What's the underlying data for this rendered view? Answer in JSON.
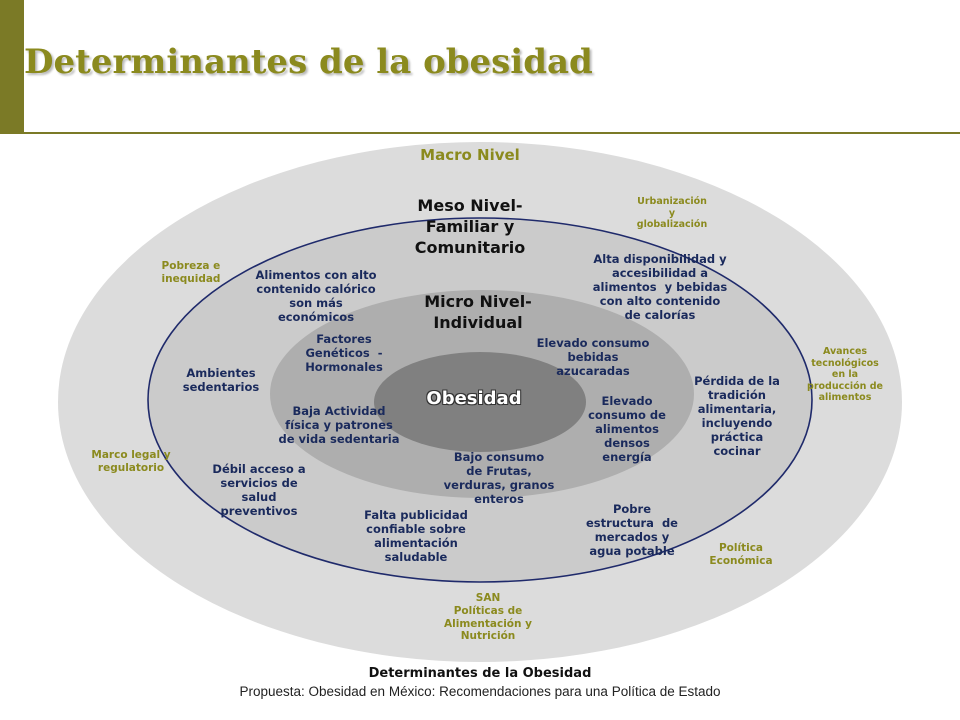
{
  "page": {
    "title": "Determinantes de la obesidad"
  },
  "levels": {
    "macro": "Macro Nivel",
    "meso": "Meso Nivel-\nFamiliar y\nComunitario",
    "micro": "Micro Nivel-\nIndividual",
    "core": "Obesidad"
  },
  "macro_items": {
    "urbanizacion": "Urbanización\ny\nglobalización",
    "pobreza": "Pobreza e\ninequidad",
    "avances": "Avances\ntecnológicos\nen la\nproducción de\nalimentos",
    "marco_legal": "Marco legal y\nregulatorio",
    "politica_economica": "Política\nEconómica",
    "san": "SAN\nPolíticas de\nAlimentación y\nNutrición"
  },
  "meso_items": {
    "alimentos_calorico": "Alimentos con alto\ncontenido calórico\nson más\neconómicos",
    "alta_disponibilidad": "Alta disponibilidad y\naccesibilidad a\nalimentos  y bebidas\ncon alto contenido\nde calorías",
    "ambientes": "Ambientes\nsedentarios",
    "perdida_tradicion": "Pérdida de la\ntradición\nalimentaria,\nincluyendo\npráctica\ncocinar",
    "debil_acceso": "Débil acceso a\nservicios de\nsalud\npreventivos",
    "falta_publicidad": "Falta publicidad\nconfiable sobre\nalimentación\nsaludable",
    "pobre_estructura": "Pobre\nestructura  de\nmercados y\nagua potable"
  },
  "micro_items": {
    "factores": "Factores\nGenéticos  -\nHormonales",
    "bebidas": "Elevado consumo\nbebidas\nazucaradas",
    "actividad": "Baja Actividad\nfísica y patrones\nde vida sedentaria",
    "densos": "Elevado\nconsumo de\nalimentos\ndensos\nenergía",
    "frutas": "Bajo consumo\nde Frutas,\nverduras, granos\nenteros"
  },
  "caption": {
    "title": "Determinantes de la Obesidad",
    "subtitle": "Propuesta: Obesidad en México: Recomendaciones para una Política de Estado"
  },
  "colors": {
    "accent": "#7b7a26",
    "macro_ring": "#dcdcdc",
    "meso_ring": "#c4c4c4",
    "micro_ring": "#a9a9a9",
    "core": "#7f7f7f",
    "meso_border": "#1f2a6b"
  }
}
